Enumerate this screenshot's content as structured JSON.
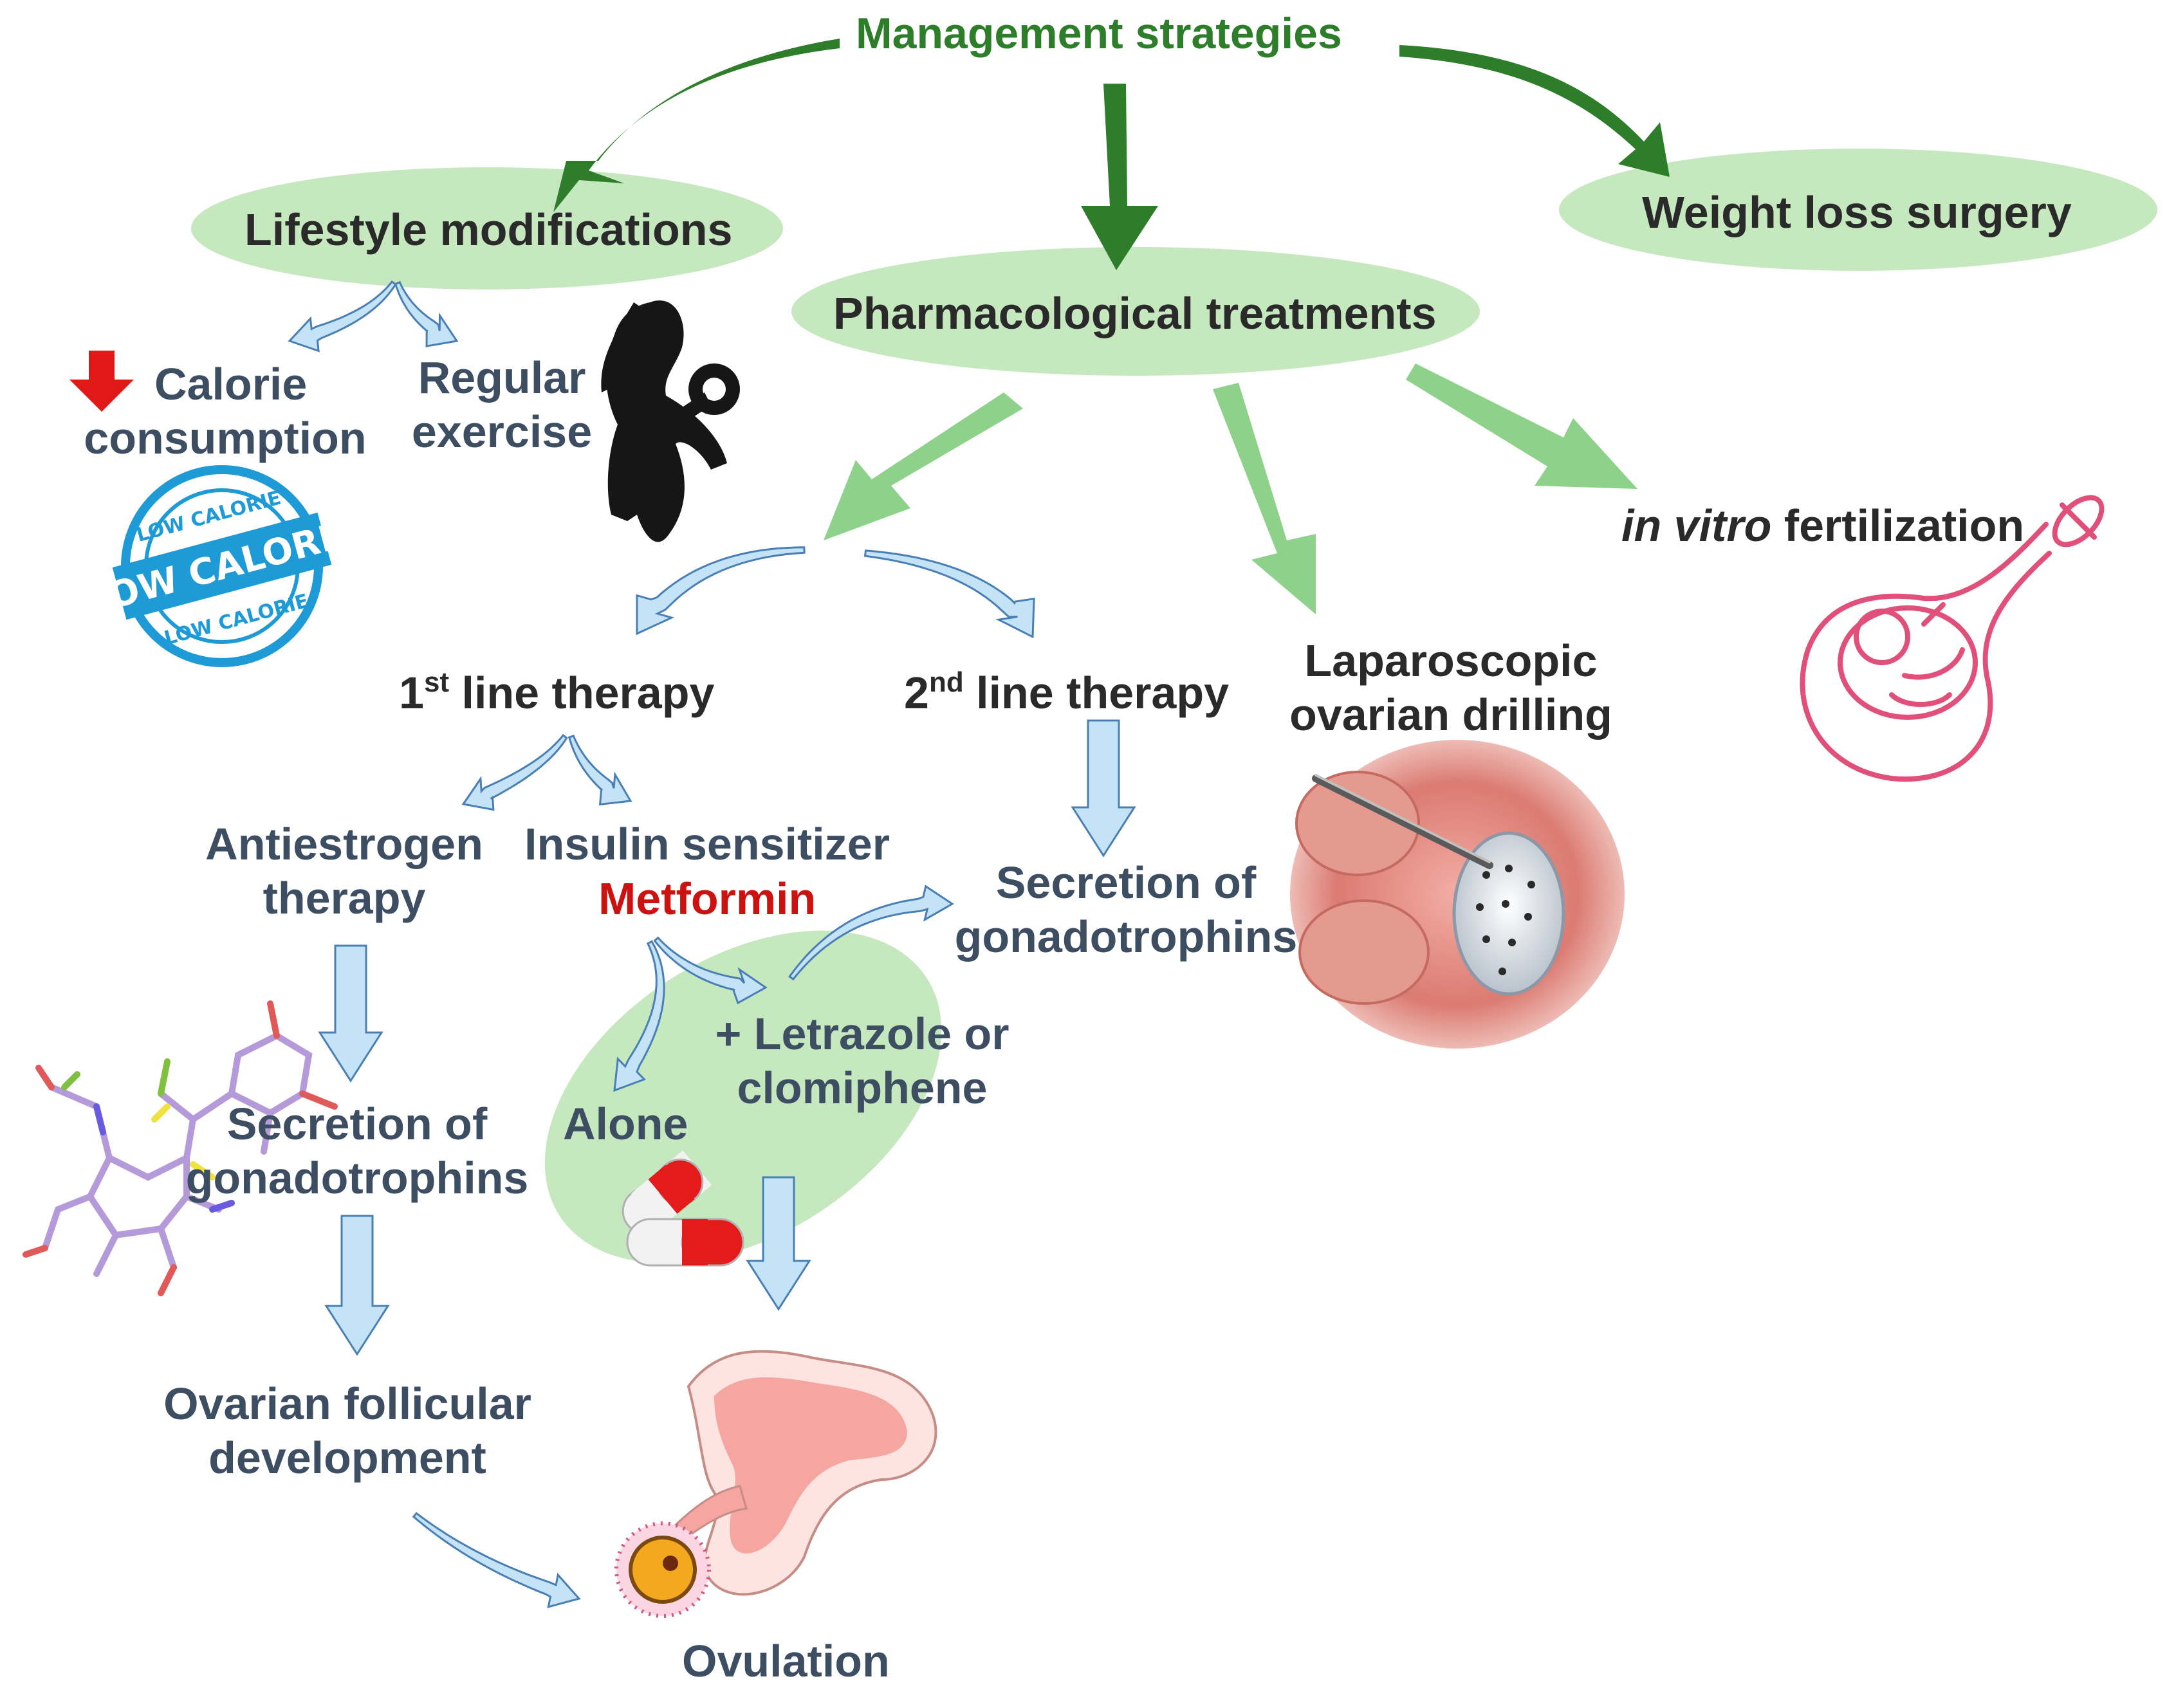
{
  "title": "Management strategies",
  "nodes": {
    "lifestyle": "Lifestyle modifications",
    "pharma": "Pharmacological treatments",
    "surgery": "Weight loss surgery",
    "calorie": [
      "Calorie",
      "consumption"
    ],
    "exercise": [
      "Regular",
      "exercise"
    ],
    "stamp_text": "LOW CALORIE",
    "ivf_italic": "in vitro",
    "ivf_rest": " fertilization",
    "lod": [
      "Laparoscopic",
      "ovarian drilling"
    ],
    "first_line": {
      "num": "1",
      "sup": "st",
      "rest": " line therapy"
    },
    "second_line": {
      "num": "2",
      "sup": "nd",
      "rest": " line therapy"
    },
    "antiestrogen": [
      "Antiestrogen",
      "therapy"
    ],
    "insulin": "Insulin sensitizer",
    "metformin": "Metformin",
    "secretion_right": [
      "Secretion of",
      "gonadotrophins"
    ],
    "letrozole": [
      "+ Letrazole or",
      "clomiphene"
    ],
    "alone": "Alone",
    "secretion_left": [
      "Secretion of",
      "gonadotrophins"
    ],
    "follicular": [
      "Ovarian follicular",
      "development"
    ],
    "ovulation": "Ovulation"
  },
  "colors": {
    "dark_green": "#2e7d2a",
    "light_green_arrow": "#8dd18a",
    "ellipse_fill": "#c6e8bf",
    "blue_arrow_fill": "#c5e3f7",
    "blue_arrow_stroke": "#4a7fb5",
    "text": "#3d4e63",
    "metformin_red": "#cc1111",
    "stamp_blue": "#1e9bd7",
    "ivf_pink": "#e0507a"
  },
  "icons": [
    "down-arrow-icon",
    "low-calorie-stamp-icon",
    "woman-dumbbell-icon",
    "flask-embryo-icon",
    "ovary-drilling-image",
    "molecule-icon",
    "capsule-pills-icon",
    "ovary-ovulation-icon"
  ]
}
